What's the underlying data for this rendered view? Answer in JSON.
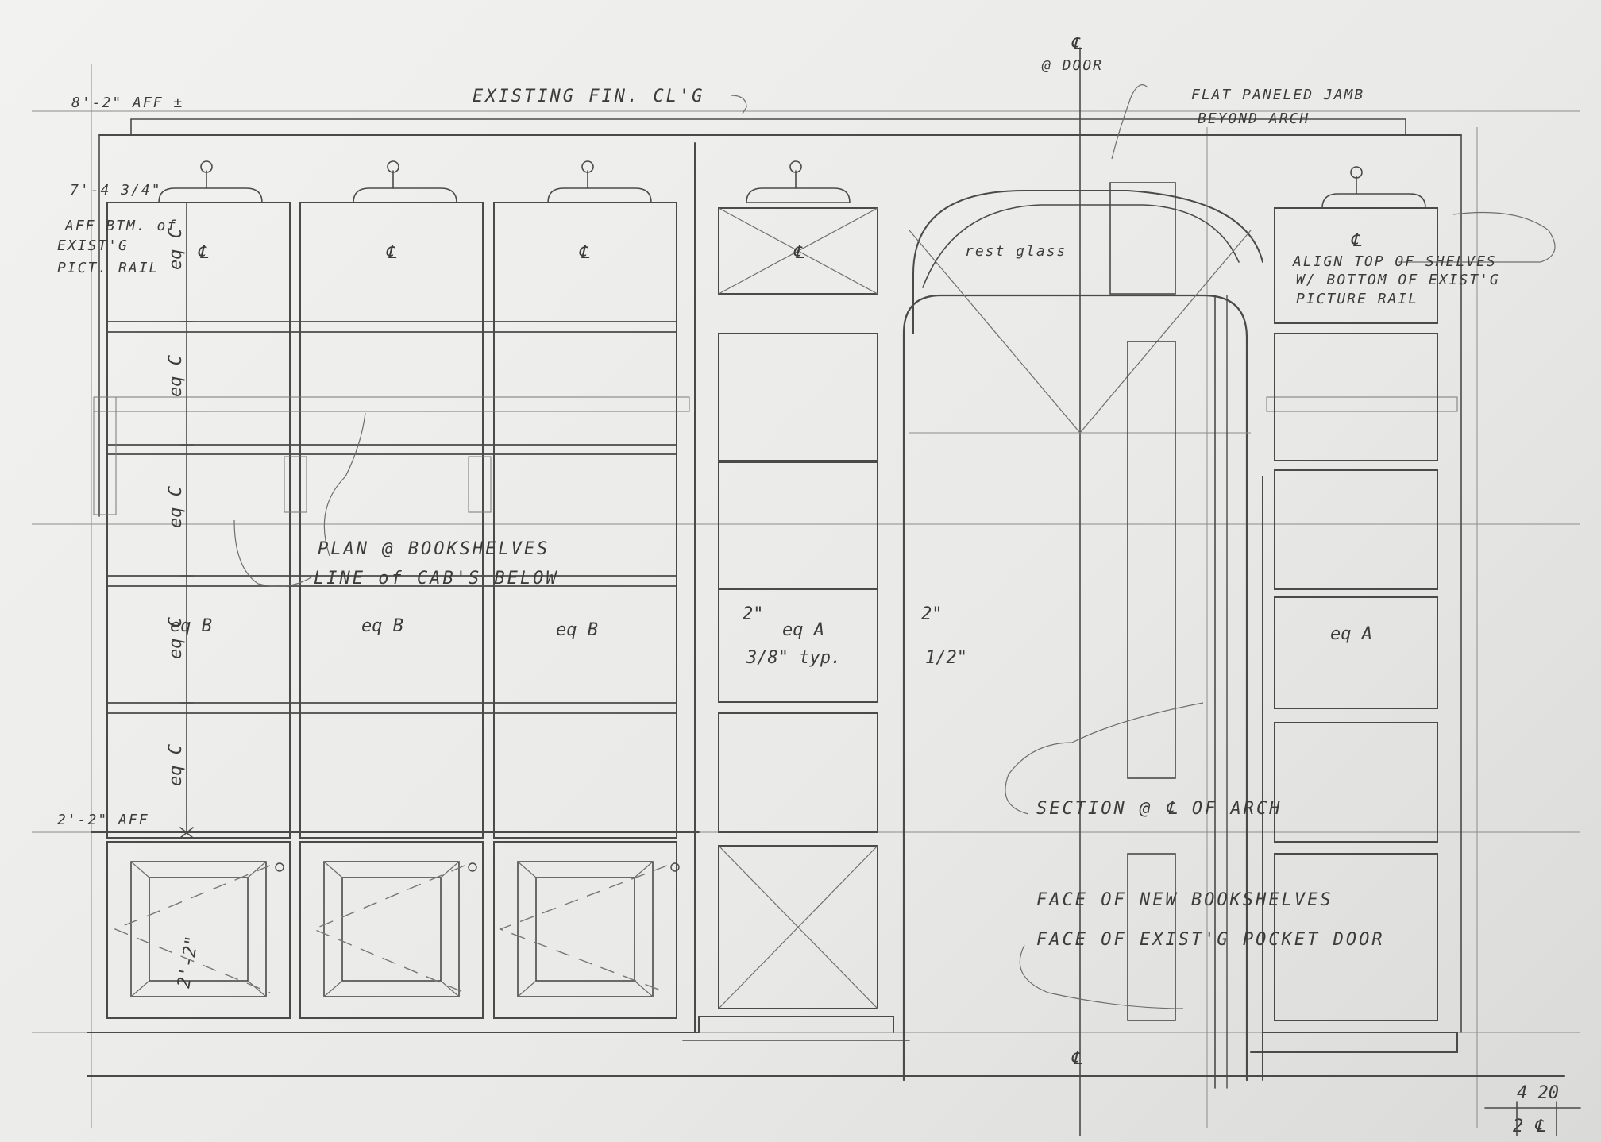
{
  "notes": {
    "ceiling": "EXISTING FIN. CL'G",
    "height_top": "8'-2\" AFF ±",
    "height_rail": "7'-4 3/4\"",
    "rail_note_1": "AFF BTM. of",
    "rail_note_2": "EXIST'G",
    "rail_note_3": "PICT. RAIL",
    "height_base": "2'-2\" AFF",
    "door_ref": "@ DOOR",
    "jamb_1": "FLAT PANELED JAMB",
    "jamb_2": "BEYOND ARCH",
    "align_1": "ALIGN TOP OF SHELVES",
    "align_2": "W/ BOTTOM OF EXIST'G",
    "align_3": "PICTURE RAIL",
    "glass": "rest glass",
    "plan_1": "PLAN @ BOOKSHELVES",
    "plan_2": "LINE of CAB'S BELOW",
    "section": "SECTION @ ℄ OF ARCH",
    "face_new": "FACE OF NEW BOOKSHELVES",
    "face_exist": "FACE OF EXIST'G POCKET DOOR",
    "dim_2in_a": "2\"",
    "dim_2in_b": "2\"",
    "dim_typ": "3/8\" typ.",
    "dim_half": "1/2\"",
    "dim_cab": "2'-2\"",
    "eq_c": "eq C",
    "eq_b": "eq B",
    "eq_a": "eq A",
    "cl": "℄",
    "sheet_no_1": "4 20",
    "sheet_no_2": "2 ℄"
  }
}
